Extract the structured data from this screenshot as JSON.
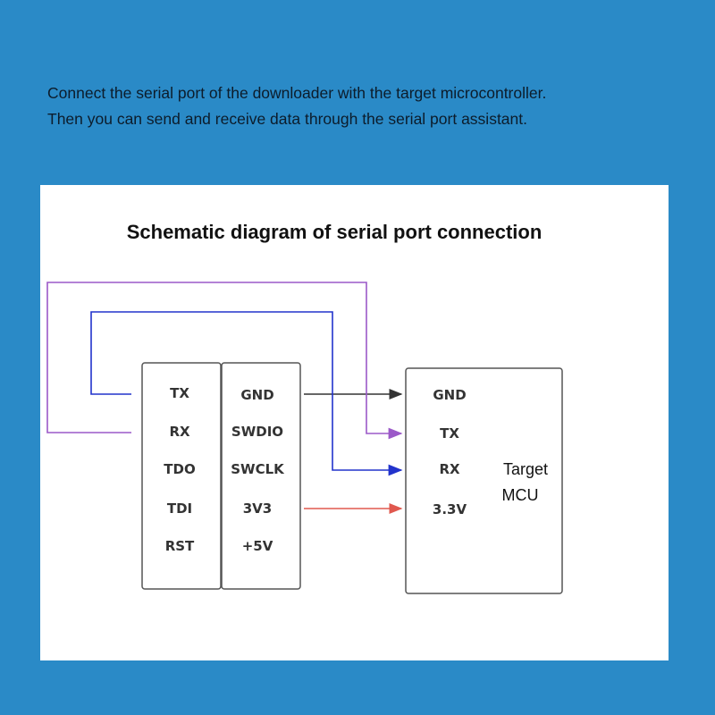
{
  "intro": {
    "line1": "Connect the serial port of the downloader with the target microcontroller.",
    "line2": "Then you can send and receive data through the serial port assistant."
  },
  "diagram": {
    "title": "Schematic diagram of serial port connection",
    "downloader_left_pins": [
      "TX",
      "RX",
      "TDO",
      "TDI",
      "RST"
    ],
    "downloader_right_pins": [
      "GND",
      "SWDIO",
      "SWCLK",
      "3V3",
      "+5V"
    ],
    "target_pins": [
      "GND",
      "TX",
      "RX",
      "3.3V"
    ],
    "target_label_line1": "Target",
    "target_label_line2": "MCU"
  },
  "colors": {
    "background": "#2a8ac7",
    "wire_gnd": "#333333",
    "wire_rx_tx": "#9b59c8",
    "wire_tx_rx": "#2233cc",
    "wire_power": "#e0584e"
  }
}
